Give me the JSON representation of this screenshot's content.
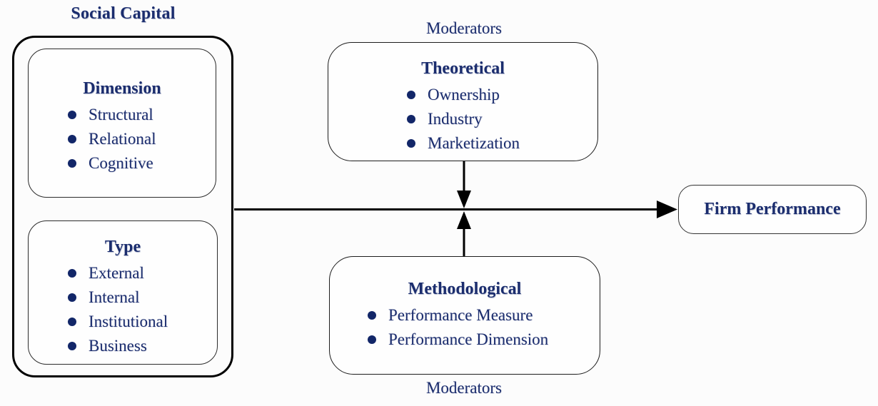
{
  "title": "Social Capital",
  "moderators": {
    "top_label": "Moderators",
    "bottom_label": "Moderators"
  },
  "social_capital": {
    "dimension": {
      "heading": "Dimension",
      "items": [
        "Structural",
        "Relational",
        "Cognitive"
      ]
    },
    "type": {
      "heading": "Type",
      "items": [
        "External",
        "Internal",
        "Institutional",
        "Business"
      ]
    }
  },
  "theoretical": {
    "heading": "Theoretical",
    "items": [
      "Ownership",
      "Industry",
      "Marketization"
    ]
  },
  "methodological": {
    "heading": "Methodological",
    "items": [
      "Performance Measure",
      "Performance Dimension"
    ]
  },
  "outcome": {
    "label": "Firm Performance"
  },
  "colors": {
    "text": "#1b2d6e",
    "bullet": "#122668",
    "line": "#000000",
    "outer_border": "#000000"
  }
}
